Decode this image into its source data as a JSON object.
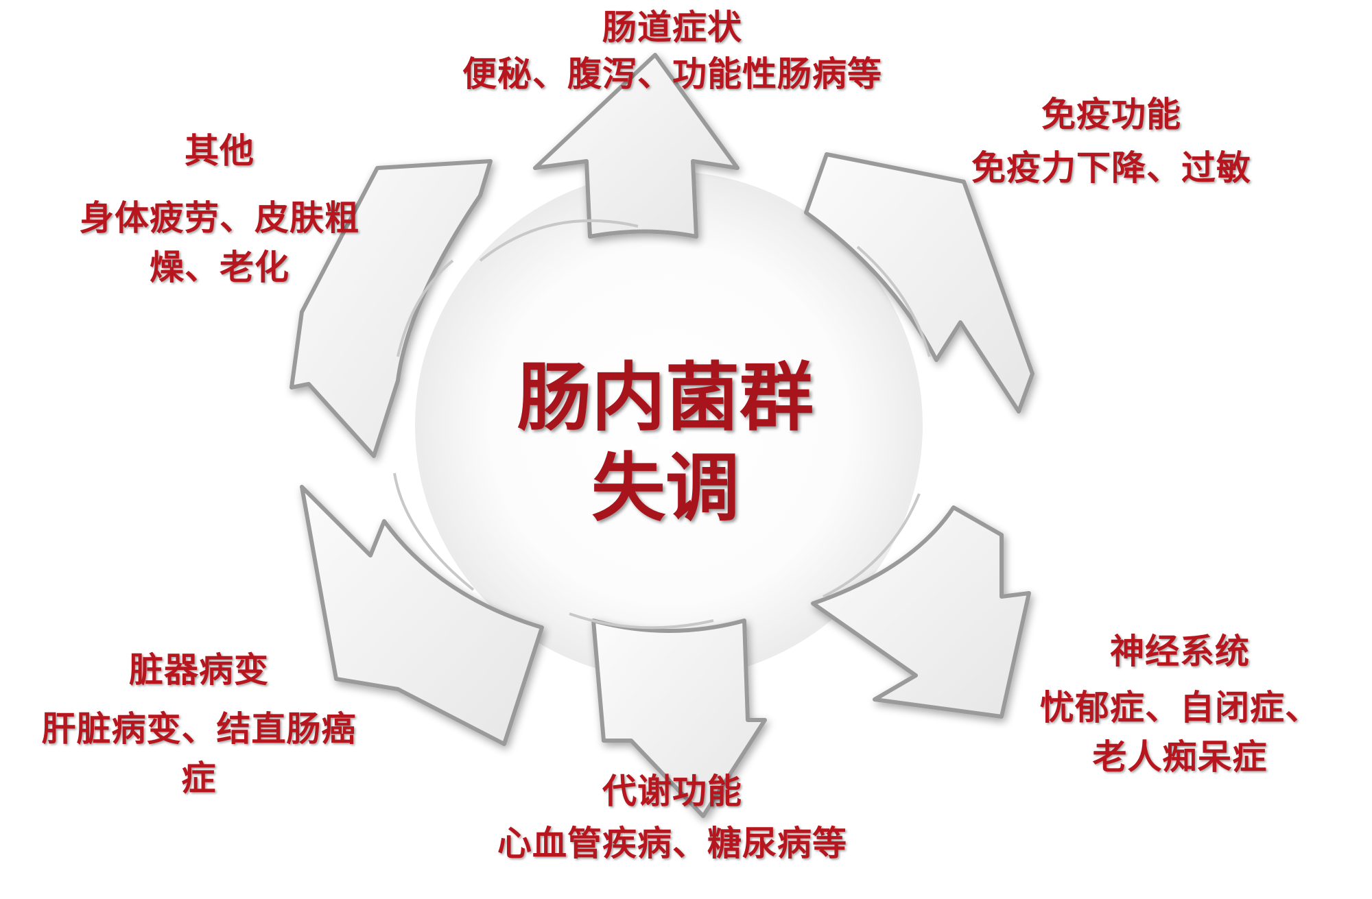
{
  "center": {
    "line1": "肠内菌群",
    "line2": "失调"
  },
  "nodes": {
    "top": {
      "title": "肠道症状",
      "desc": "便秘、腹泻、功能性肠病等"
    },
    "upper_right": {
      "title": "免疫功能",
      "desc": "免疫力下降、过敏"
    },
    "lower_right": {
      "title": "神经系统",
      "desc_line1": "忧郁症、自闭症、",
      "desc_line2": "老人痴呆症"
    },
    "bottom": {
      "title": "代谢功能",
      "desc": "心血管疾病、糖尿病等"
    },
    "lower_left": {
      "title": "脏器病变",
      "desc_line1": "肝脏病变、结直肠癌",
      "desc_line2": "症"
    },
    "upper_left": {
      "title": "其他",
      "desc_line1": "身体疲劳、皮肤粗",
      "desc_line2": "燥、老化"
    }
  },
  "colors": {
    "text": "#b8161e",
    "arrow_fill": "#f4f4f4",
    "arrow_edge": "#9a9a9a"
  }
}
